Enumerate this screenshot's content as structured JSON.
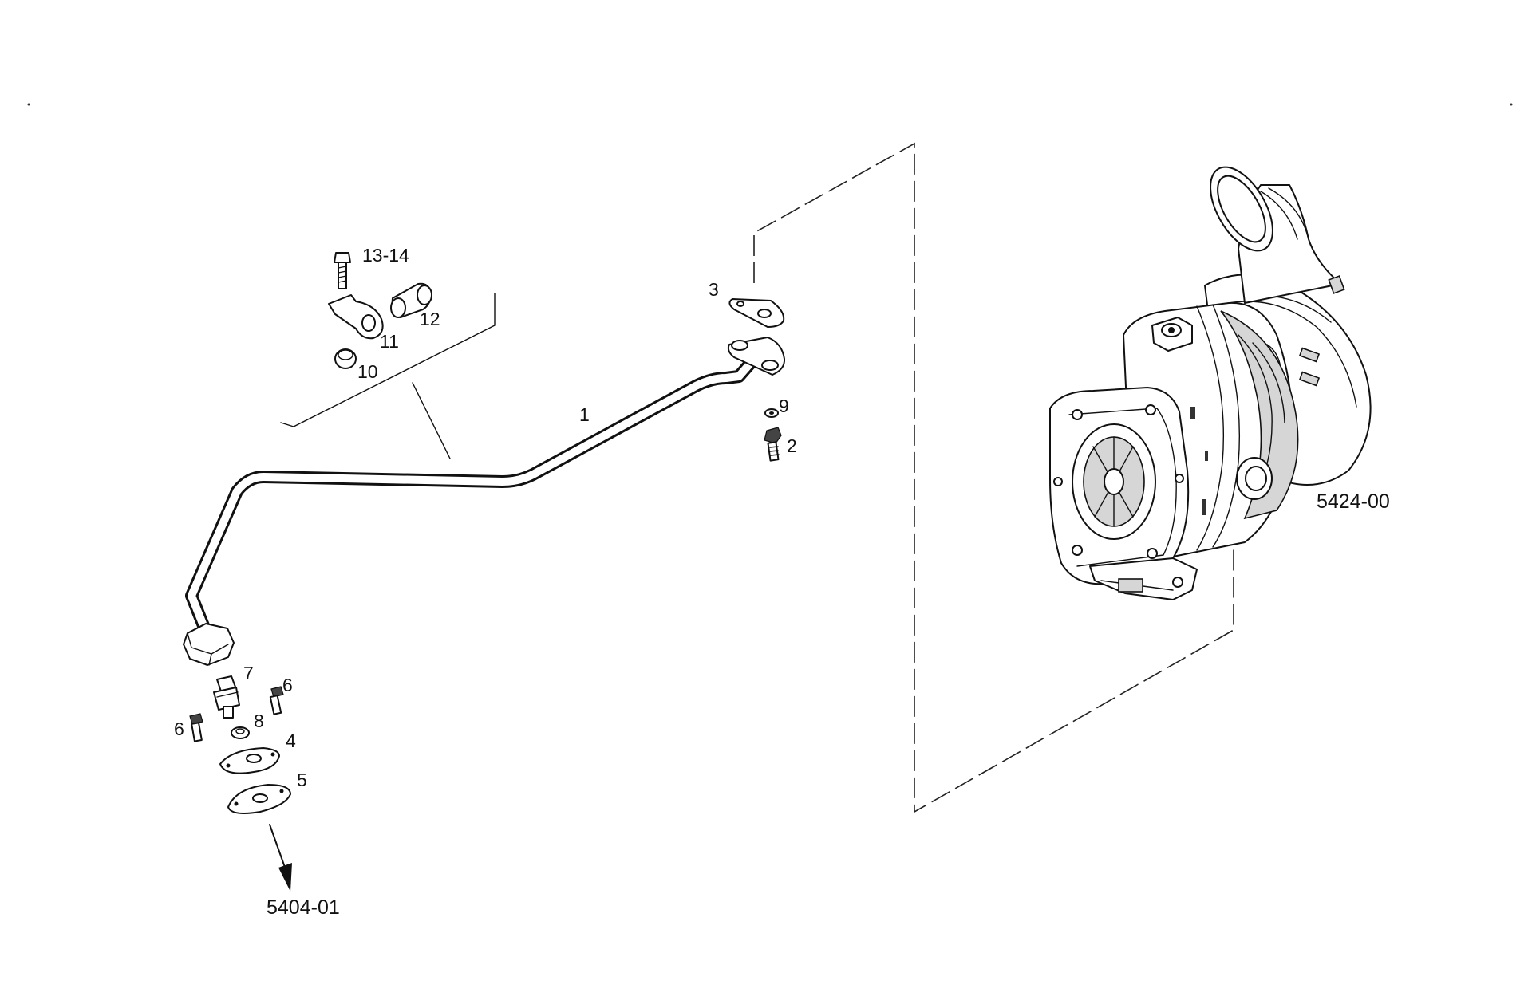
{
  "diagram": {
    "part_labels": {
      "p1": "1",
      "p2": "2",
      "p3": "3",
      "p4": "4",
      "p5": "5",
      "p6a": "6",
      "p6b": "6",
      "p7": "7",
      "p8": "8",
      "p9": "9",
      "p10": "10",
      "p11": "11",
      "p12": "12",
      "p13_14": "13-14"
    },
    "references": {
      "lower": "5404-01",
      "turbo": "5424-00"
    }
  }
}
